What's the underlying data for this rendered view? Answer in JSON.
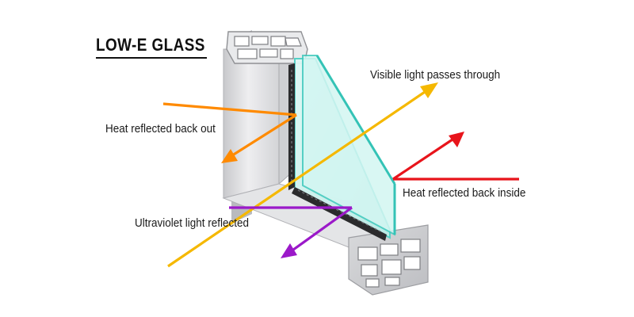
{
  "diagram": {
    "title": "LOW-E GLASS",
    "labels": {
      "visible_light": "Visible light passes through",
      "heat_out": "Heat reflected back out",
      "heat_inside": "Heat reflected back inside",
      "ultraviolet": "Ultraviolet light reflected"
    },
    "colors": {
      "visible_light": "#f5b800",
      "heat_out": "#ff8a00",
      "heat_inside": "#e8141b",
      "ultraviolet": "#9b19c9",
      "glass": "#c9f2ee",
      "glass_edge": "#4fd0c6",
      "frame": "#dcdde0"
    }
  }
}
